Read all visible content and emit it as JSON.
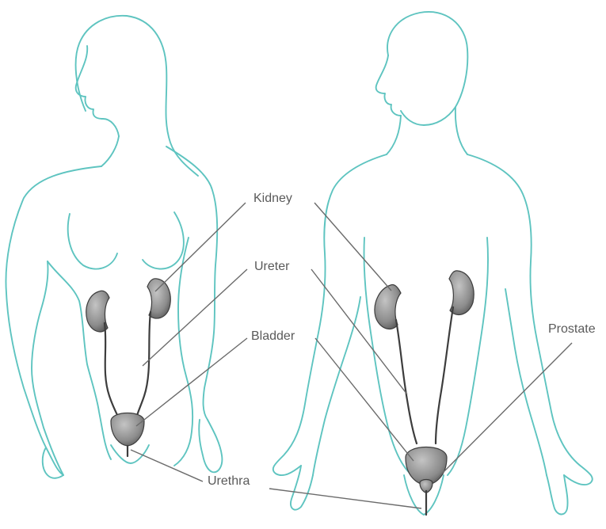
{
  "labels": {
    "kidney": "Kidney",
    "ureter": "Ureter",
    "bladder": "Bladder",
    "prostate": "Prostate",
    "urethra": "Urethra"
  },
  "colors": {
    "body_outline": "#5ec4c0",
    "leader_line": "#6b6b6b",
    "organ_fill": "#9a9a9a",
    "organ_stroke": "#3d3d3d",
    "label_text": "#5a5a5a"
  }
}
